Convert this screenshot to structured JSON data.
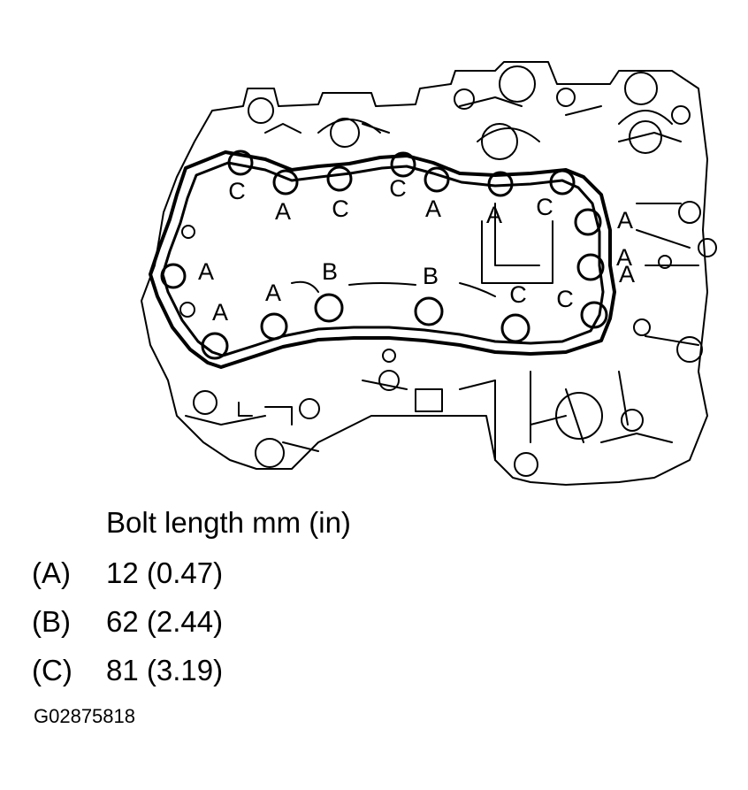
{
  "figure": {
    "callouts": [
      "C",
      "A",
      "C",
      "C",
      "A",
      "A",
      "C",
      "A",
      "A",
      "A",
      "B",
      "B",
      "A",
      "A",
      "C",
      "C",
      "A"
    ],
    "legend": {
      "title": "Bolt length mm (in)",
      "rows": [
        {
          "key": "(A)",
          "value": "12 (0.47)"
        },
        {
          "key": "(B)",
          "value": "62 (2.44)"
        },
        {
          "key": "(C)",
          "value": "81 (3.19)"
        }
      ]
    },
    "code": "G02875818"
  }
}
